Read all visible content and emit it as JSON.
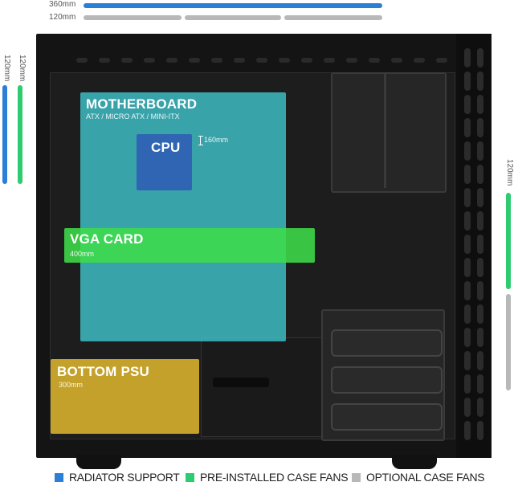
{
  "colors": {
    "radiator": "#2b7fd4",
    "preinstalled": "#2ecc71",
    "optional": "#b8b8b8",
    "motherboard": "#3fc1c9",
    "cpu": "#2f5fb3",
    "vga": "#3ddc4a",
    "psu": "#e0b82e"
  },
  "top_dimensions": {
    "radiator_length": "360mm",
    "fan_size": "120mm"
  },
  "left_dimensions": {
    "radiator_size": "120mm",
    "fan_size": "120mm"
  },
  "right_dimensions": {
    "fan_size": "120mm"
  },
  "components": {
    "motherboard": {
      "title": "MOTHERBOARD",
      "subtitle": "ATX / MICRO ATX / MINI-ITX"
    },
    "cpu": {
      "title": "CPU",
      "cooler_height": "160mm"
    },
    "vga": {
      "title": "VGA CARD",
      "length": "400mm"
    },
    "psu": {
      "title": "BOTTOM PSU",
      "length": "300mm"
    }
  },
  "legend": {
    "radiator": "RADIATOR SUPPORT",
    "preinstalled": "PRE-INSTALLED CASE FANS",
    "optional": "OPTIONAL CASE FANS"
  }
}
